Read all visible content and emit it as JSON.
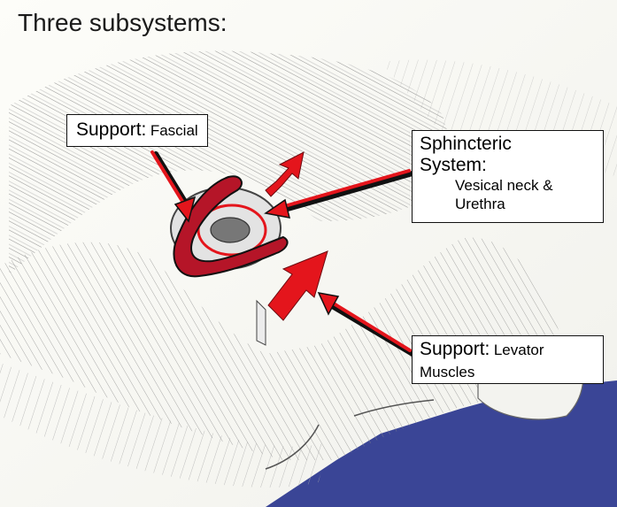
{
  "title": "Three subsystems:",
  "labels": {
    "fascial": {
      "heading": "Support:",
      "detail": "Fascial"
    },
    "sphincteric": {
      "heading_line1": "Sphincteric",
      "heading_line2": "System:",
      "detail_line1": "Vesical neck &",
      "detail_line2": "Urethra"
    },
    "levator": {
      "heading": "Support:",
      "detail_line1": "Levator",
      "detail_line2": "Muscles"
    }
  },
  "colors": {
    "arrow": "#e4151c",
    "arrow_outline": "#111111",
    "support_band": "#b51528",
    "background": "#ffffff",
    "backdrop": "#3a4596"
  }
}
